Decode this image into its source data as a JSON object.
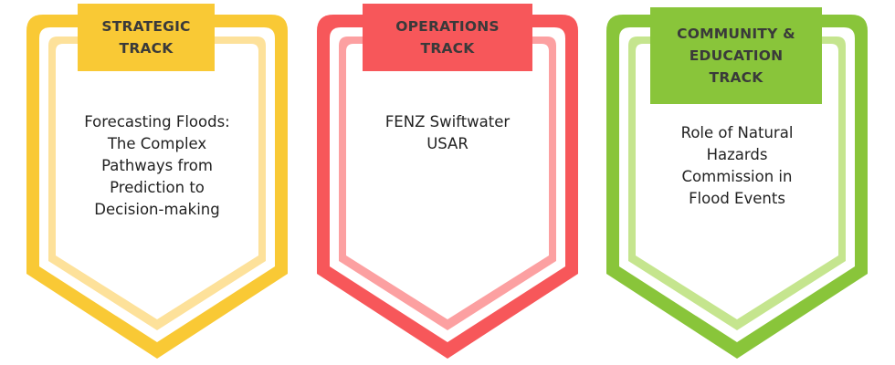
{
  "colors": {
    "strategic": "#f9c935",
    "strategic_light": "#fde19a",
    "operations": "#f7575a",
    "operations_light": "#fca0a1",
    "community": "#89c53a",
    "community_light": "#c5e58e"
  },
  "tracks": [
    {
      "title_lines": [
        "STRATEGIC",
        "TRACK"
      ],
      "session_lines": [
        "Forecasting Floods:",
        "The Complex",
        "Pathways from",
        "Prediction to",
        "Decision-making"
      ]
    },
    {
      "title_lines": [
        "OPERATIONS",
        "TRACK"
      ],
      "session_lines": [
        "FENZ Swiftwater",
        "USAR"
      ]
    },
    {
      "title_lines": [
        "COMMUNITY &",
        "EDUCATION",
        "TRACK"
      ],
      "session_lines": [
        "Role of Natural",
        "Hazards",
        "Commission in",
        "Flood Events"
      ]
    }
  ]
}
